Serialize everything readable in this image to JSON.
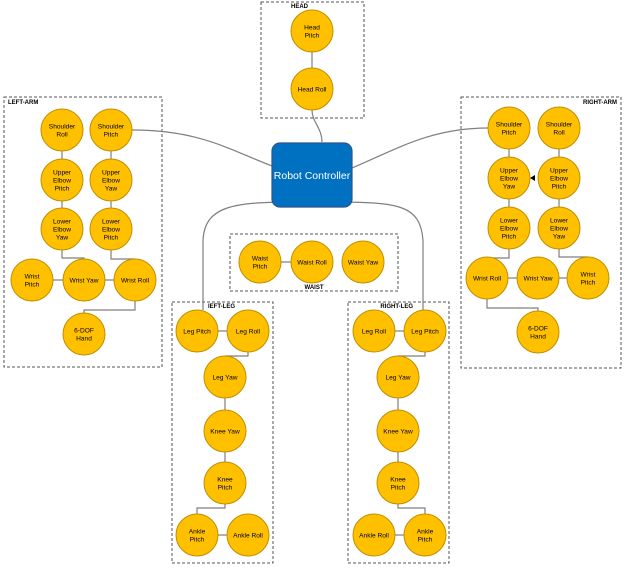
{
  "controller": {
    "label": "Robot Controller"
  },
  "groups": {
    "head": "HEAD",
    "left_arm": "LEFT-ARM",
    "right_arm": "RIGHT-ARM",
    "waist": "WAIST",
    "left_leg": "lEFT-LEG",
    "right_leg": "RIGHT-LEG"
  },
  "joints": {
    "head_pitch": [
      "Head",
      "Pitch"
    ],
    "head_roll": [
      "Head Roll"
    ],
    "la_shoulder_roll": [
      "Shoulder",
      "Roll"
    ],
    "la_shoulder_pitch": [
      "Shoulder",
      "Pitch"
    ],
    "la_upper_elbow_pitch": [
      "Upper",
      "Elbow",
      "Pitch"
    ],
    "la_upper_elbow_yaw": [
      "Upper",
      "Elbow",
      "Yaw"
    ],
    "la_lower_elbow_yaw": [
      "Lower",
      "Elbow",
      "Yaw"
    ],
    "la_lower_elbow_pitch": [
      "Lower",
      "Elbow",
      "Pitch"
    ],
    "la_wrist_pitch": [
      "Wrist",
      "Pitch"
    ],
    "la_wrist_yaw": [
      "Wrist Yaw"
    ],
    "la_wrist_roll": [
      "Wrist Roll"
    ],
    "la_hand": [
      "6-DOF",
      "Hand"
    ],
    "ra_shoulder_pitch": [
      "Shoulder",
      "Pitch"
    ],
    "ra_shoulder_roll": [
      "Shoulder",
      "Roll"
    ],
    "ra_upper_elbow_yaw": [
      "Upper",
      "Elbow",
      "Yaw"
    ],
    "ra_upper_elbow_pitch": [
      "Upper",
      "Elbow",
      "Pitch"
    ],
    "ra_lower_elbow_pitch": [
      "Lower",
      "Elbow",
      "Pitch"
    ],
    "ra_lower_elbow_yaw": [
      "Lower",
      "Elbow",
      "Yaw"
    ],
    "ra_wrist_roll": [
      "Wrist Roll"
    ],
    "ra_wrist_yaw": [
      "Wrist Yaw"
    ],
    "ra_wrist_pitch": [
      "Wrist",
      "Pitch"
    ],
    "ra_hand": [
      "6-DOF",
      "Hand"
    ],
    "waist_pitch": [
      "Waist",
      "Pitch"
    ],
    "waist_roll": [
      "Waist Roll"
    ],
    "waist_yaw": [
      "Waist Yaw"
    ],
    "ll_leg_pitch": [
      "Leg Pitch"
    ],
    "ll_leg_roll": [
      "Leg Roll"
    ],
    "ll_leg_yaw": [
      "Leg Yaw"
    ],
    "ll_knee_yaw": [
      "Knee Yaw"
    ],
    "ll_knee_pitch": [
      "Knee",
      "Pitch"
    ],
    "ll_ankle_pitch": [
      "Ankle",
      "Pitch"
    ],
    "ll_ankle_roll": [
      "Ankle Roll"
    ],
    "rl_leg_roll": [
      "Leg Roll"
    ],
    "rl_leg_pitch": [
      "Leg Pitch"
    ],
    "rl_leg_yaw": [
      "Leg Yaw"
    ],
    "rl_knee_yaw": [
      "Knee Yaw"
    ],
    "rl_knee_pitch": [
      "Knee",
      "Pitch"
    ],
    "rl_ankle_roll": [
      "Ankle Roll"
    ],
    "rl_ankle_pitch": [
      "Ankle",
      "Pitch"
    ]
  },
  "colors": {
    "joint_fill": "#ffc000",
    "joint_stroke": "#bf8f00",
    "controller_fill": "#0070c0",
    "link": "#7f7f7f"
  }
}
